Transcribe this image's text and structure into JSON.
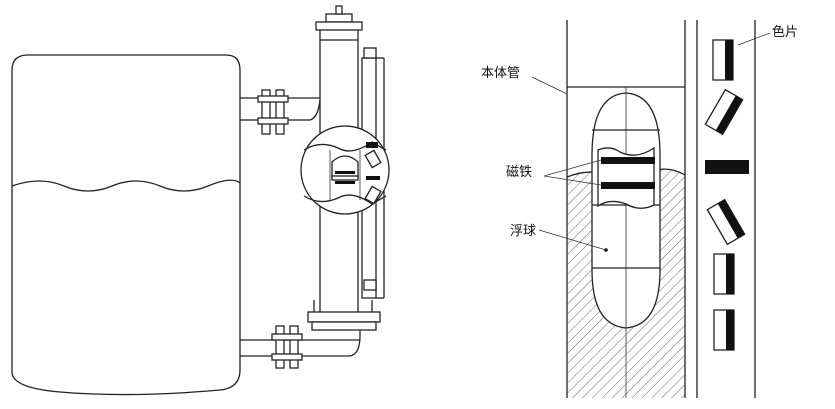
{
  "labels": {
    "body_tube": "本体管",
    "magnet": "磁铁",
    "float_ball": "浮球",
    "color_chip": "色片"
  },
  "colors": {
    "line": "#222222",
    "background": "#ffffff",
    "chip_dark": "#111111"
  }
}
